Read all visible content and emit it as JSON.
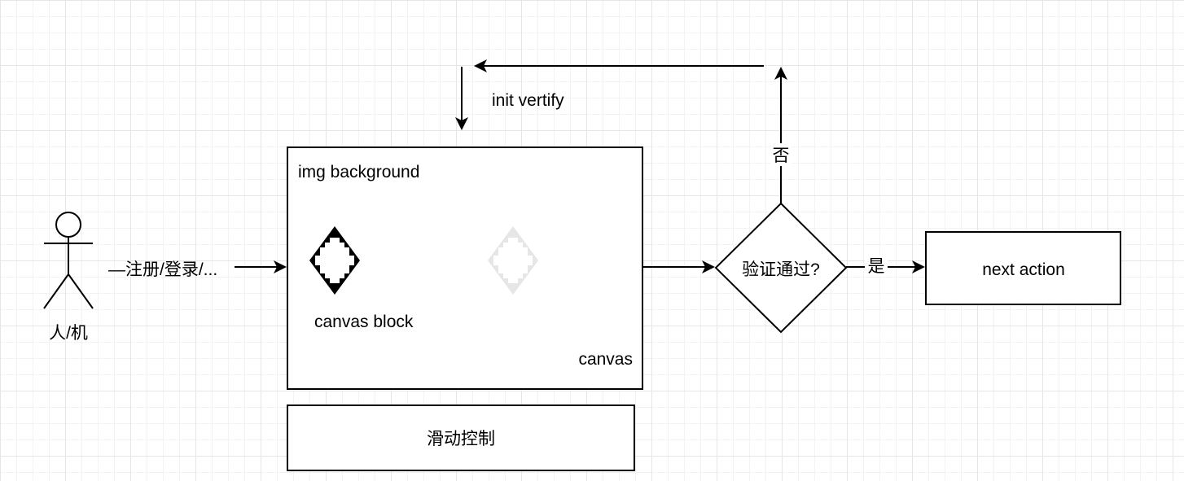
{
  "diagram": {
    "actor": {
      "label": "人/机"
    },
    "edges": {
      "actor_to_canvas": "—注册/登录/...",
      "init": "init vertify",
      "reject": "否",
      "accept": "是"
    },
    "canvas_box": {
      "title": "img background",
      "block_label": "canvas block",
      "canvas_label": "canvas"
    },
    "slider_box": {
      "label": "滑动控制"
    },
    "decision": {
      "label": "验证通过?"
    },
    "next_box": {
      "label": "next action"
    },
    "colors": {
      "stroke": "#000000",
      "ghost_piece": "#e6e6e6"
    }
  }
}
